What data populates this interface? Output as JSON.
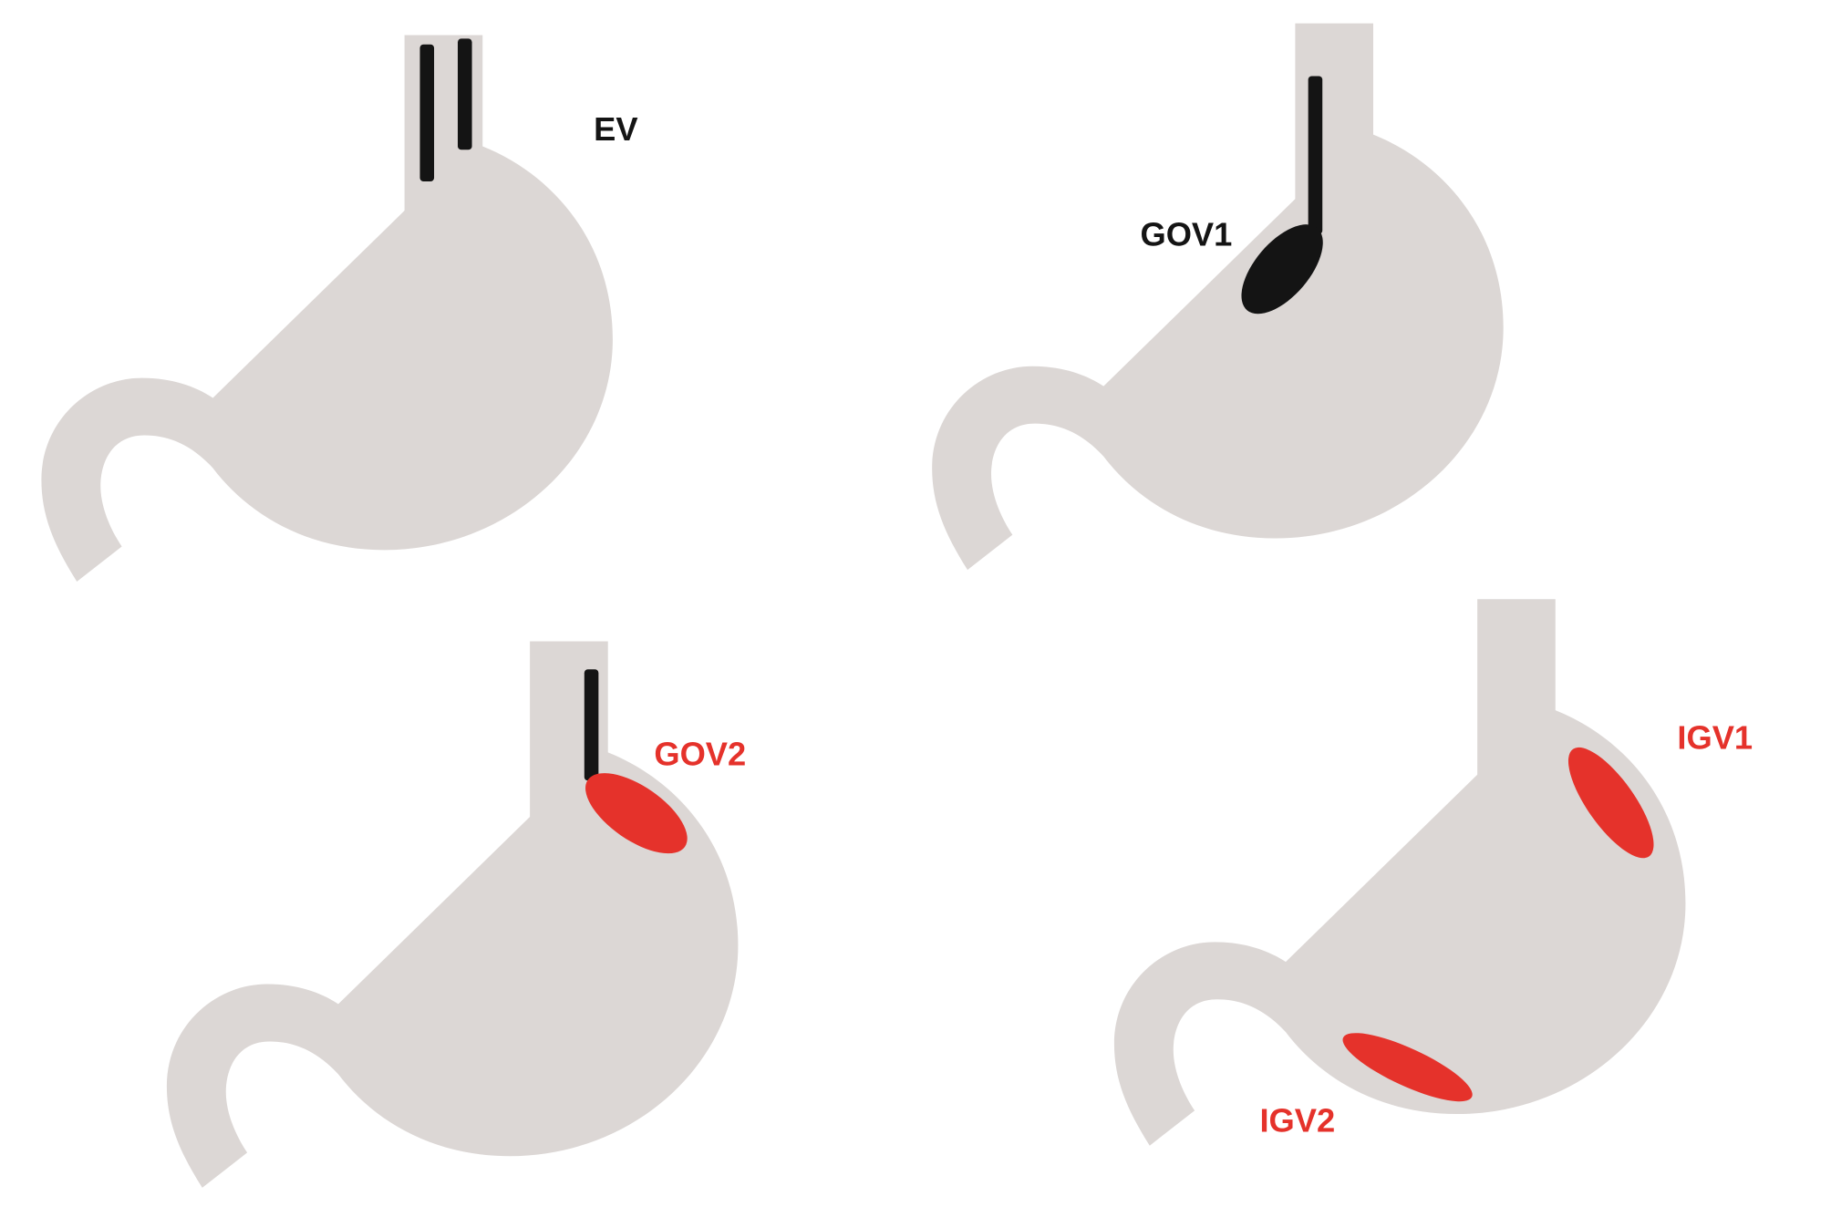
{
  "colors": {
    "stomach": "#dcd7d5",
    "black": "#141414",
    "red": "#e5322b"
  },
  "panels": [
    {
      "label": "EV",
      "label_color": "#141414"
    },
    {
      "label": "GOV1",
      "label_color": "#141414"
    },
    {
      "label": "GOV2",
      "label_color": "#e5322b"
    },
    {
      "label": "IGV1",
      "label_color": "#e5322b"
    },
    {
      "label": "IGV2",
      "label_color": "#e5322b"
    }
  ]
}
